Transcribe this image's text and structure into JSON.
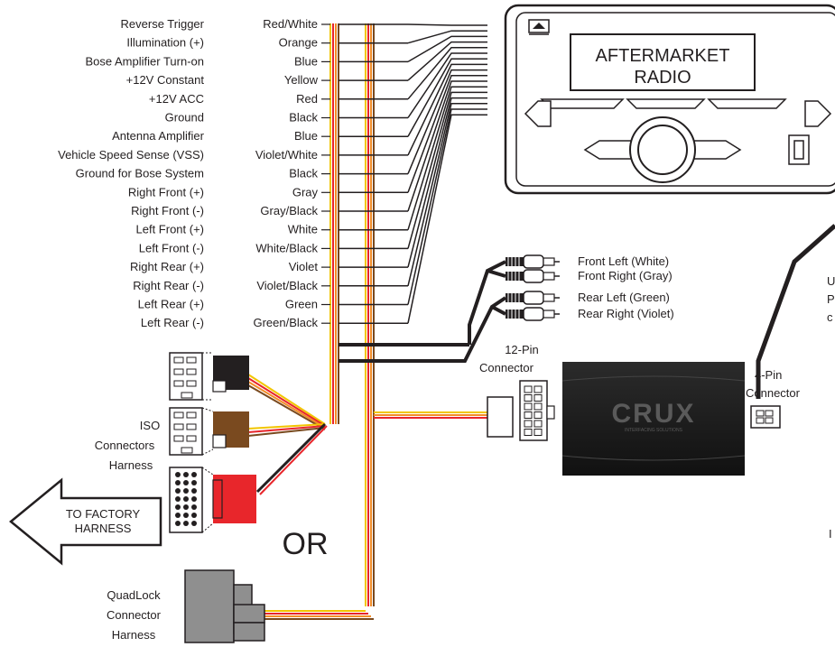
{
  "wire_functions": [
    "Reverse Trigger",
    "Illumination (+)",
    "Bose Amplifier Turn-on",
    "+12V Constant",
    "+12V ACC",
    "Ground",
    "Antenna Amplifier",
    "Vehicle Speed Sense (VSS)",
    "Ground for Bose System",
    "Right Front (+)",
    "Right Front (-)",
    "Left Front (+)",
    "Left Front (-)",
    "Right Rear (+)",
    "Right Rear (-)",
    "Left Rear (+)",
    "Left Rear (-)"
  ],
  "wire_colors": [
    "Red/White",
    "Orange",
    "Blue",
    "Yellow",
    "Red",
    "Black",
    "Blue",
    "Violet/White",
    "Black",
    "Gray",
    "Gray/Black",
    "White",
    "White/Black",
    "Violet",
    "Violet/Black",
    "Green",
    "Green/Black"
  ],
  "radio": {
    "line1": "AFTERMARKET",
    "line2": "RADIO"
  },
  "rca_outputs": [
    "Front Left (White)",
    "Front Right (Gray)",
    "Rear Left (Green)",
    "Rear Right (Violet)"
  ],
  "connector_12pin": {
    "line1": "12-Pin",
    "line2": "Connector"
  },
  "connector_4pin": {
    "line1": "4-Pin",
    "line2": "Connector"
  },
  "module": {
    "brand": "CRUX",
    "tagline": "INTERFACING SOLUTIONS"
  },
  "iso_harness": {
    "line1": "ISO",
    "line2": "Connectors",
    "line3": "Harness"
  },
  "or_label": "OR",
  "factory_arrow": {
    "line1": "TO FACTORY",
    "line2": "HARNESS"
  },
  "quadlock_harness": {
    "line1": "QuadLock",
    "line2": "Connector",
    "line3": "Harness"
  },
  "cut_text": {
    "line1": "U",
    "line2": "P",
    "line3": "c",
    "line4": "I"
  },
  "colors": {
    "red": "#e8262b",
    "brown": "#7a4a1f",
    "black": "#231f20",
    "gray": "#8f8f8f",
    "module": "#231f20",
    "yellow": "#f2c500",
    "orange": "#f28c28"
  }
}
